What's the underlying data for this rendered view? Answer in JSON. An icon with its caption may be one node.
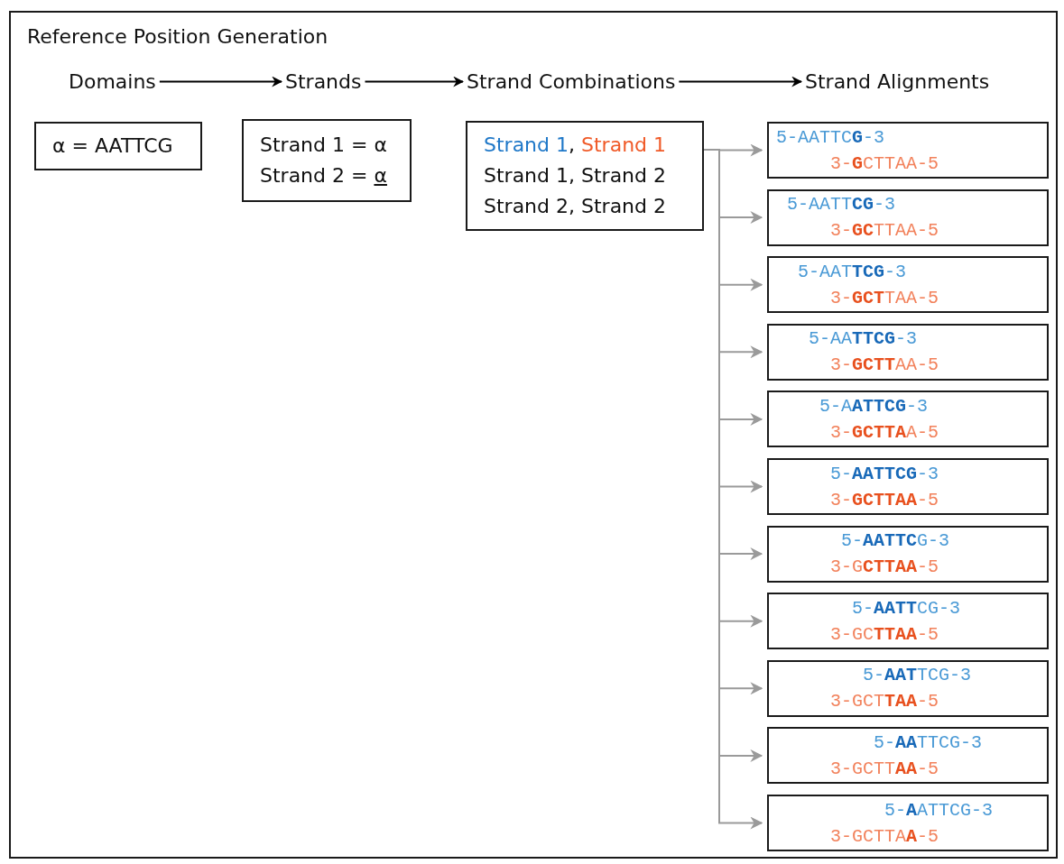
{
  "diagram": {
    "nodes": [
      {
        "text": [
          "Reference Position Generation"
        ]
      },
      {
        "text": [
          "Domains"
        ],
        "in": 0
      },
      {
        "text": [
          "Strands"
        ],
        "in": 0
      },
      {
        "text": [
          "Strand Combinations"
        ],
        "in": 0
      },
      {
        "text": [
          "Strand Alignments"
        ],
        "in": 0
      },
      {
        "text": [
          "α = AATTCG"
        ],
        "in": 0
      },
      {
        "text": [
          "Strand 1 = α",
          "Strand 2 = α"
        ],
        "in": 0
      },
      {
        "text": [
          "Strand 1, Strand 1",
          "Strand 1, Strand 2",
          "Strand 2, Strand 2"
        ],
        "in": 0
      },
      {
        "text": [
          "5-AATTC**G**-3",
          "3-**G**CTTAA-5"
        ],
        "in": 0
      },
      {
        "text": [
          "5-AATT**CG**-3",
          "3-**GC**TTAA-5"
        ],
        "in": 0
      },
      {
        "text": [
          "5-AAT**TCG**-3",
          "3-**GCT**TAA-5"
        ],
        "in": 0
      },
      {
        "text": [
          "5-AA**TTCG**-3",
          "3-**GCTT**AA-5"
        ],
        "in": 0
      },
      {
        "text": [
          "5-A**ATTCG**-3",
          "3-**GCTTA**A-5"
        ],
        "in": 0
      },
      {
        "text": [
          "5-**AATTCG**-3",
          "3-**GCTTAA**-5"
        ],
        "in": 0
      },
      {
        "text": [
          "5-**AATTC**G-3",
          "3-G**CTTAA**-5"
        ],
        "in": 0
      },
      {
        "text": [
          "5-**AATT**CG-3",
          "3-GC**TTAA**-5"
        ],
        "in": 0
      },
      {
        "text": [
          "5-**AAT**TCG-3",
          "3-GCT**TAA**-5"
        ],
        "in": 0
      },
      {
        "text": [
          "5-**AA**TTCG-3",
          "3-GCTT**AA**-5"
        ],
        "in": 0
      },
      {
        "text": [
          "5-**A**ATTCG-3",
          "3-GCTTA**A**-5"
        ],
        "in": 0
      }
    ],
    "edges": [
      {
        "from": 1,
        "to": 2,
        "arrow": "to",
        "color": "#000000"
      },
      {
        "from": 2,
        "to": 3,
        "arrow": "to",
        "color": "#000000"
      },
      {
        "from": 3,
        "to": 4,
        "arrow": "to",
        "color": "#000000"
      },
      {
        "from": 7,
        "to": 8,
        "arrow": "to"
      },
      {
        "from": 7,
        "to": 9,
        "arrow": "to"
      },
      {
        "from": 7,
        "to": 10,
        "arrow": "to"
      },
      {
        "from": 7,
        "to": 11,
        "arrow": "to"
      },
      {
        "from": 7,
        "to": 12,
        "arrow": "to"
      },
      {
        "from": 7,
        "to": 13,
        "arrow": "to"
      },
      {
        "from": 7,
        "to": 14,
        "arrow": "to"
      },
      {
        "from": 7,
        "to": 15,
        "arrow": "to"
      },
      {
        "from": 7,
        "to": 16,
        "arrow": "to"
      },
      {
        "from": 7,
        "to": 17,
        "arrow": "to"
      },
      {
        "from": 7,
        "to": 18,
        "arrow": "to"
      }
    ]
  }
}
